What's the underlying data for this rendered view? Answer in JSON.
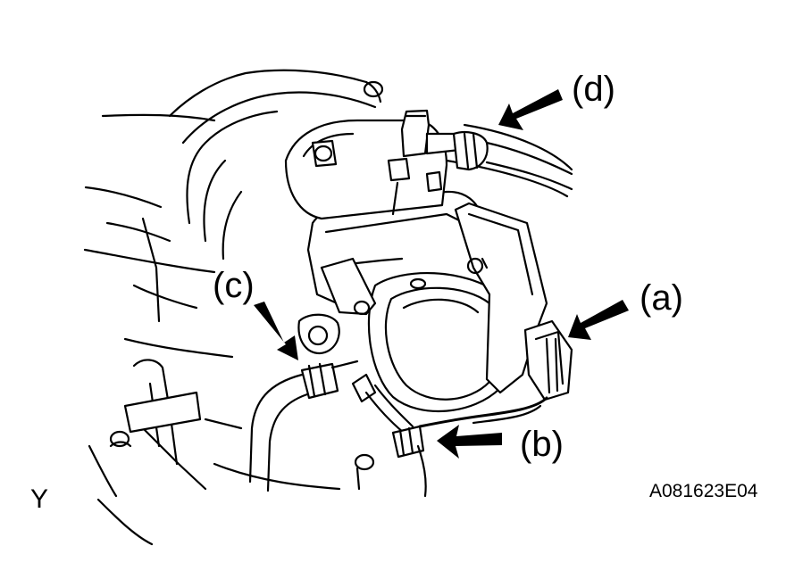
{
  "labels": {
    "a": "(a)",
    "b": "(b)",
    "c": "(c)",
    "d": "(d)",
    "corner_mark": "Y",
    "figure_code": "A081623E04"
  },
  "icons": {
    "arrow_a": "arrow-pointing-to-connector",
    "arrow_b": "arrow-pointing-to-hose-clamp",
    "arrow_c": "arrow-pointing-to-hose-clamp",
    "arrow_d": "arrow-pointing-to-hose-clamp"
  },
  "colors": {
    "ink": "#000000",
    "paper": "#ffffff"
  }
}
